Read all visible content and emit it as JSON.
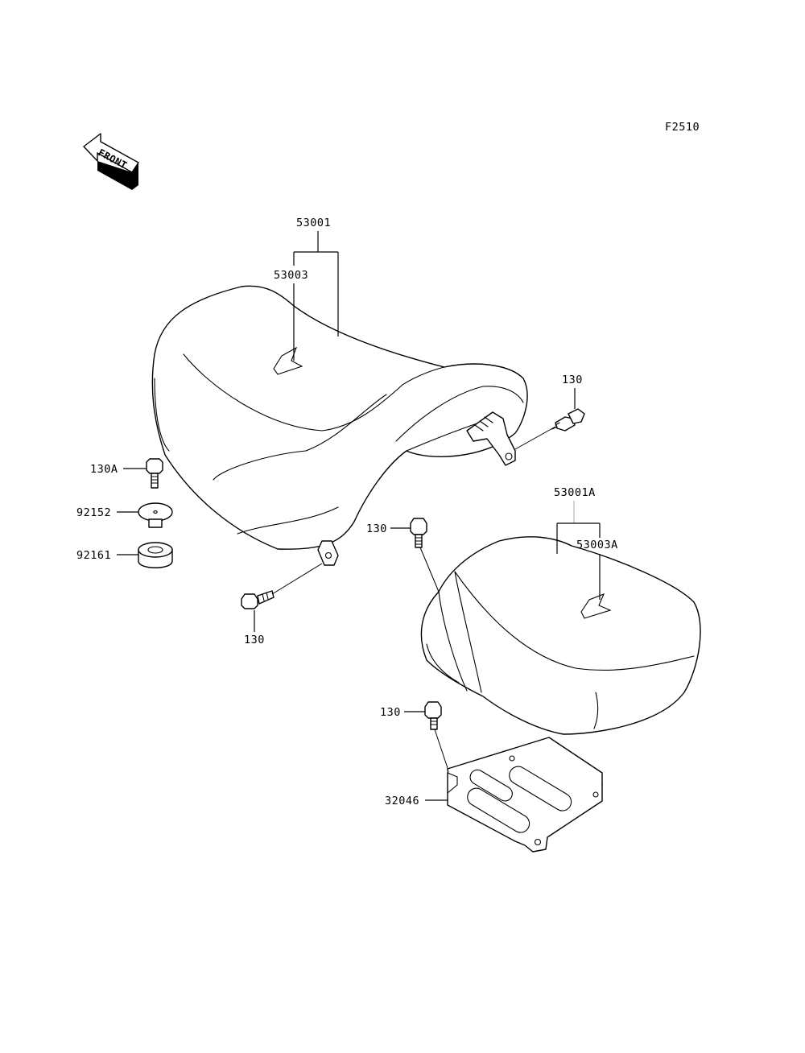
{
  "figure_id": "F2510",
  "front_label": "FRONT",
  "parts": {
    "front_seat_assy": "53001",
    "front_seat_cover": "53003",
    "rear_seat_assy": "53001A",
    "rear_seat_cover": "53003A",
    "bolt": "130",
    "bolt_a": "130A",
    "collar": "92152",
    "damper": "92161",
    "plate": "32046"
  }
}
